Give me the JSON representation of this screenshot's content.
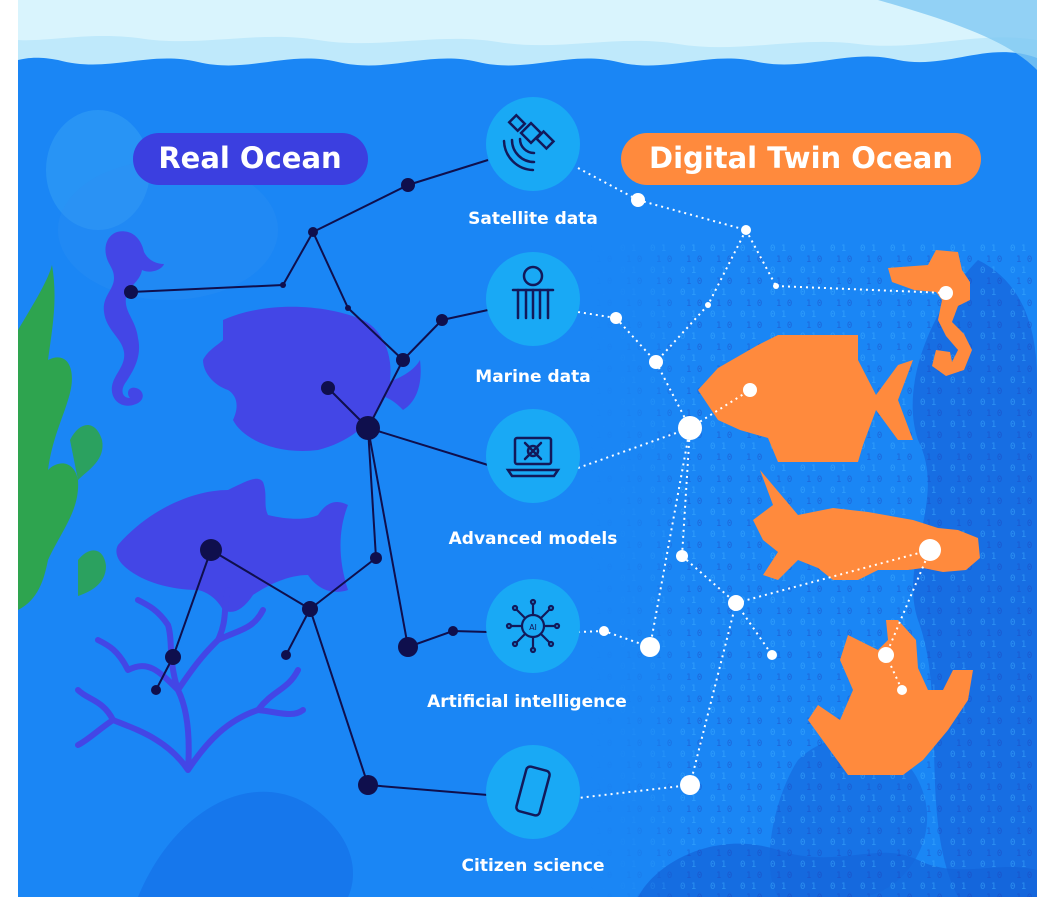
{
  "titles": {
    "real_ocean": "Real Ocean",
    "digital_twin_ocean": "Digital Twin Ocean"
  },
  "sources": [
    {
      "label": "Satellite data",
      "icon": "satellite-icon"
    },
    {
      "label": "Marine data",
      "icon": "buoy-icon"
    },
    {
      "label": "Advanced models",
      "icon": "laptop-model-icon"
    },
    {
      "label": "Artificial intelligence",
      "icon": "ai-chip-icon"
    },
    {
      "label": "Citizen science",
      "icon": "smartphone-icon"
    }
  ],
  "colors": {
    "ocean": "#1a86f5",
    "ocean_dark": "#1466dc",
    "sky": "#9fdcf8",
    "real_badge": "#3b3fe0",
    "digital_badge": "#ff8a3d",
    "icon_circle": "#19a9f5",
    "real_node": "#0f0f4d",
    "digital_node": "#ffffff",
    "real_creature": "#4346e6",
    "digital_creature": "#ff8a3d",
    "seaweed": "#2ea44f"
  }
}
